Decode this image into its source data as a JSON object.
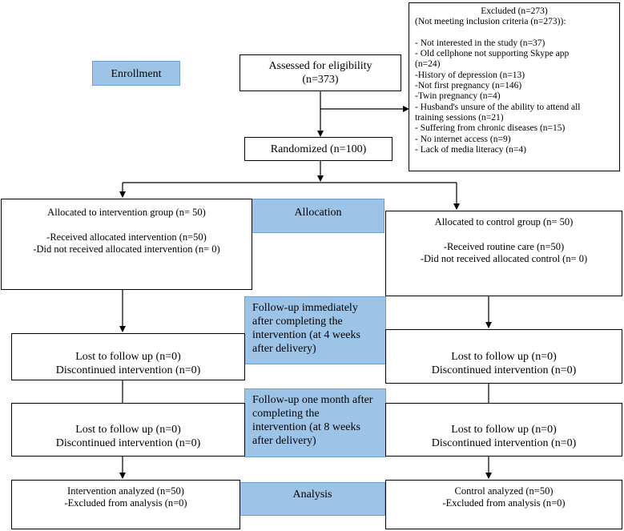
{
  "enrollment_label": "Enrollment",
  "allocation_label": "Allocation",
  "followup1_label": [
    "Follow-up immediately",
    "after completing the",
    "intervention (at 4 weeks",
    "after delivery)"
  ],
  "followup2_label": [
    "Follow-up one month after",
    "completing the",
    "intervention (at 8 weeks",
    "after delivery)"
  ],
  "analysis_label": "Analysis",
  "assessed": [
    "Assessed for eligibility",
    "(n=373)"
  ],
  "excluded": [
    "Excluded (n=273)",
    "(Not meeting inclusion criteria (n=273)):",
    "",
    "- Not interested in the study (n=37)",
    "- Old cellphone not supporting Skype app",
    "(n=24)",
    "-History of depression (n=13)",
    "-Not first pregnancy (n=146)",
    "-Twin pregnancy (n=4)",
    "- Husband's unsure of the ability to attend all",
    "training sessions (n=21)",
    "- Suffering from chronic diseases (n=15)",
    "- No internet access (n=9)",
    "- Lack of media literacy (n=4)"
  ],
  "randomized": "Randomized (n=100)",
  "alloc_intervention": {
    "title": "Allocated to intervention group (n= 50)",
    "line1": "-Received allocated intervention (n=50)",
    "line2": "-Did not received allocated intervention (n= 0)"
  },
  "alloc_control": {
    "title": "Allocated to control group (n= 50)",
    "line1": "-Received routine care (n=50)",
    "line2": "-Did not received allocated control (n= 0)"
  },
  "fu1_left": [
    "Lost to follow up (n=0)",
    "Discontinued intervention (n=0)"
  ],
  "fu1_right": [
    "Lost to follow up (n=0)",
    "Discontinued intervention (n=0)"
  ],
  "fu2_left": [
    "Lost to follow up (n=0)",
    "Discontinued intervention (n=0)"
  ],
  "fu2_right": [
    "Lost to follow up (n=0)",
    "Discontinued intervention (n=0)"
  ],
  "analysis_left": [
    "Intervention analyzed (n=50)",
    "-Excluded from analysis (n=0)"
  ],
  "analysis_right": [
    "Control analyzed (n=50)",
    "-Excluded from analysis (n=0)"
  ],
  "colors": {
    "stage_fill": "#9dc3e6",
    "stage_border": "#6f9fcf",
    "line": "#000000"
  }
}
